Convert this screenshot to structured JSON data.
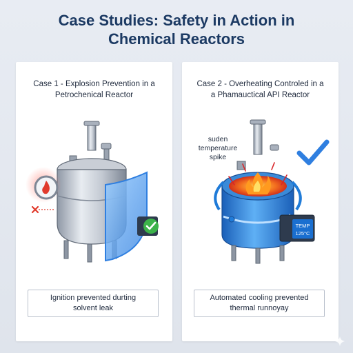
{
  "title": {
    "line1": "Case Studies: Safety in Action in",
    "line2": "Chemical Reactors"
  },
  "case1": {
    "title_line1": "Case 1 - Explosion Prevention in a",
    "title_line2": "Petrochenical Reactor",
    "caption_line1": "Ignition prevented durting",
    "caption_line2": "solvent leak"
  },
  "case2": {
    "title_line1": "Case 2 - Overheating Controled in a",
    "title_line2": "a Phamauctical API Reactor",
    "annotation_line1": "suden",
    "annotation_line2": "temperature",
    "annotation_line3": "spike",
    "panel_line1": "TEMP",
    "panel_line2": "125°C",
    "caption_line1": "Automated cooling prevented",
    "caption_line2": "thermal runnoyay"
  },
  "icons": {
    "case1": [
      "reactor-vessel-icon",
      "flame-warning-icon",
      "shield-icon",
      "green-checkmark-icon",
      "red-x-icon"
    ],
    "case2": [
      "reactor-vessel-icon",
      "fire-icon",
      "cooling-loop-icon",
      "temperature-display-icon",
      "blue-checkmark-icon"
    ]
  },
  "colors": {
    "title": "#1c3a63",
    "flame_red": "#e03a2c",
    "shield_blue": "#3d8ce6",
    "check_green": "#3cb34a",
    "check_blue": "#2f7fe0",
    "cooling_blue": "#1f7bd8",
    "hot_orange": "#f3701f"
  }
}
